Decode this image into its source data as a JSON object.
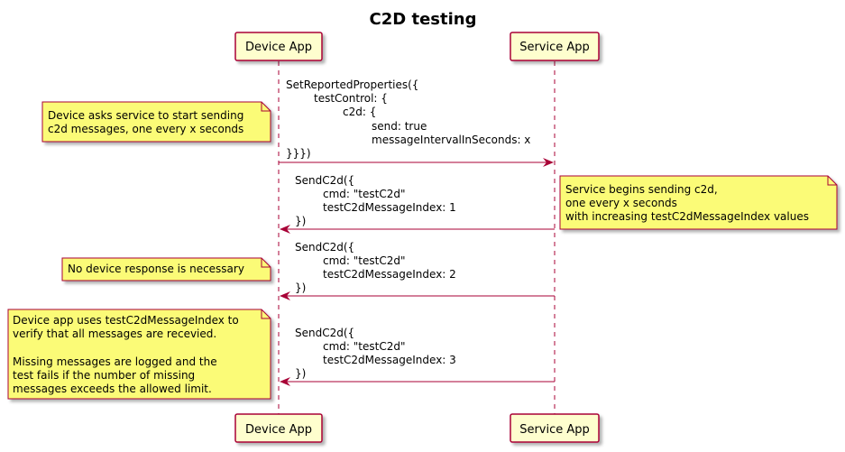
{
  "title": "C2D testing",
  "participants": {
    "device": "Device App",
    "service": "Service App"
  },
  "messages": [
    {
      "lines": [
        "SetReportedProperties({",
        "testControl: {",
        "c2d: {",
        "send: true",
        "messageIntervalInSeconds: x",
        "}}})"
      ]
    },
    {
      "lines": [
        "SendC2d({",
        "cmd: \"testC2d\"",
        "testC2dMessageIndex: 1",
        "})"
      ]
    },
    {
      "lines": [
        "SendC2d({",
        "cmd: \"testC2d\"",
        "testC2dMessageIndex: 2",
        "})"
      ]
    },
    {
      "lines": [
        "SendC2d({",
        "cmd: \"testC2d\"",
        "testC2dMessageIndex: 3",
        "})"
      ]
    }
  ],
  "notes": [
    {
      "lines": [
        "Device asks service to start sending",
        "c2d messages, one every x seconds"
      ]
    },
    {
      "lines": [
        "Service begins sending c2d,",
        "one every x seconds",
        "with increasing testC2dMessageIndex values"
      ]
    },
    {
      "lines": [
        "No device response is necessary"
      ]
    },
    {
      "lines": [
        "Device app uses testC2dMessageIndex to",
        "verify that all messages are recevied.",
        "",
        "Missing messages are logged and the",
        "test fails if the number of missing",
        "messages exceeds the allowed limit."
      ]
    }
  ],
  "colors": {
    "participant_fill": "#FEFECE",
    "participant_border": "#A80036",
    "note_fill": "#FBFB77",
    "arrow": "#A80036",
    "lifeline": "#A80036"
  }
}
